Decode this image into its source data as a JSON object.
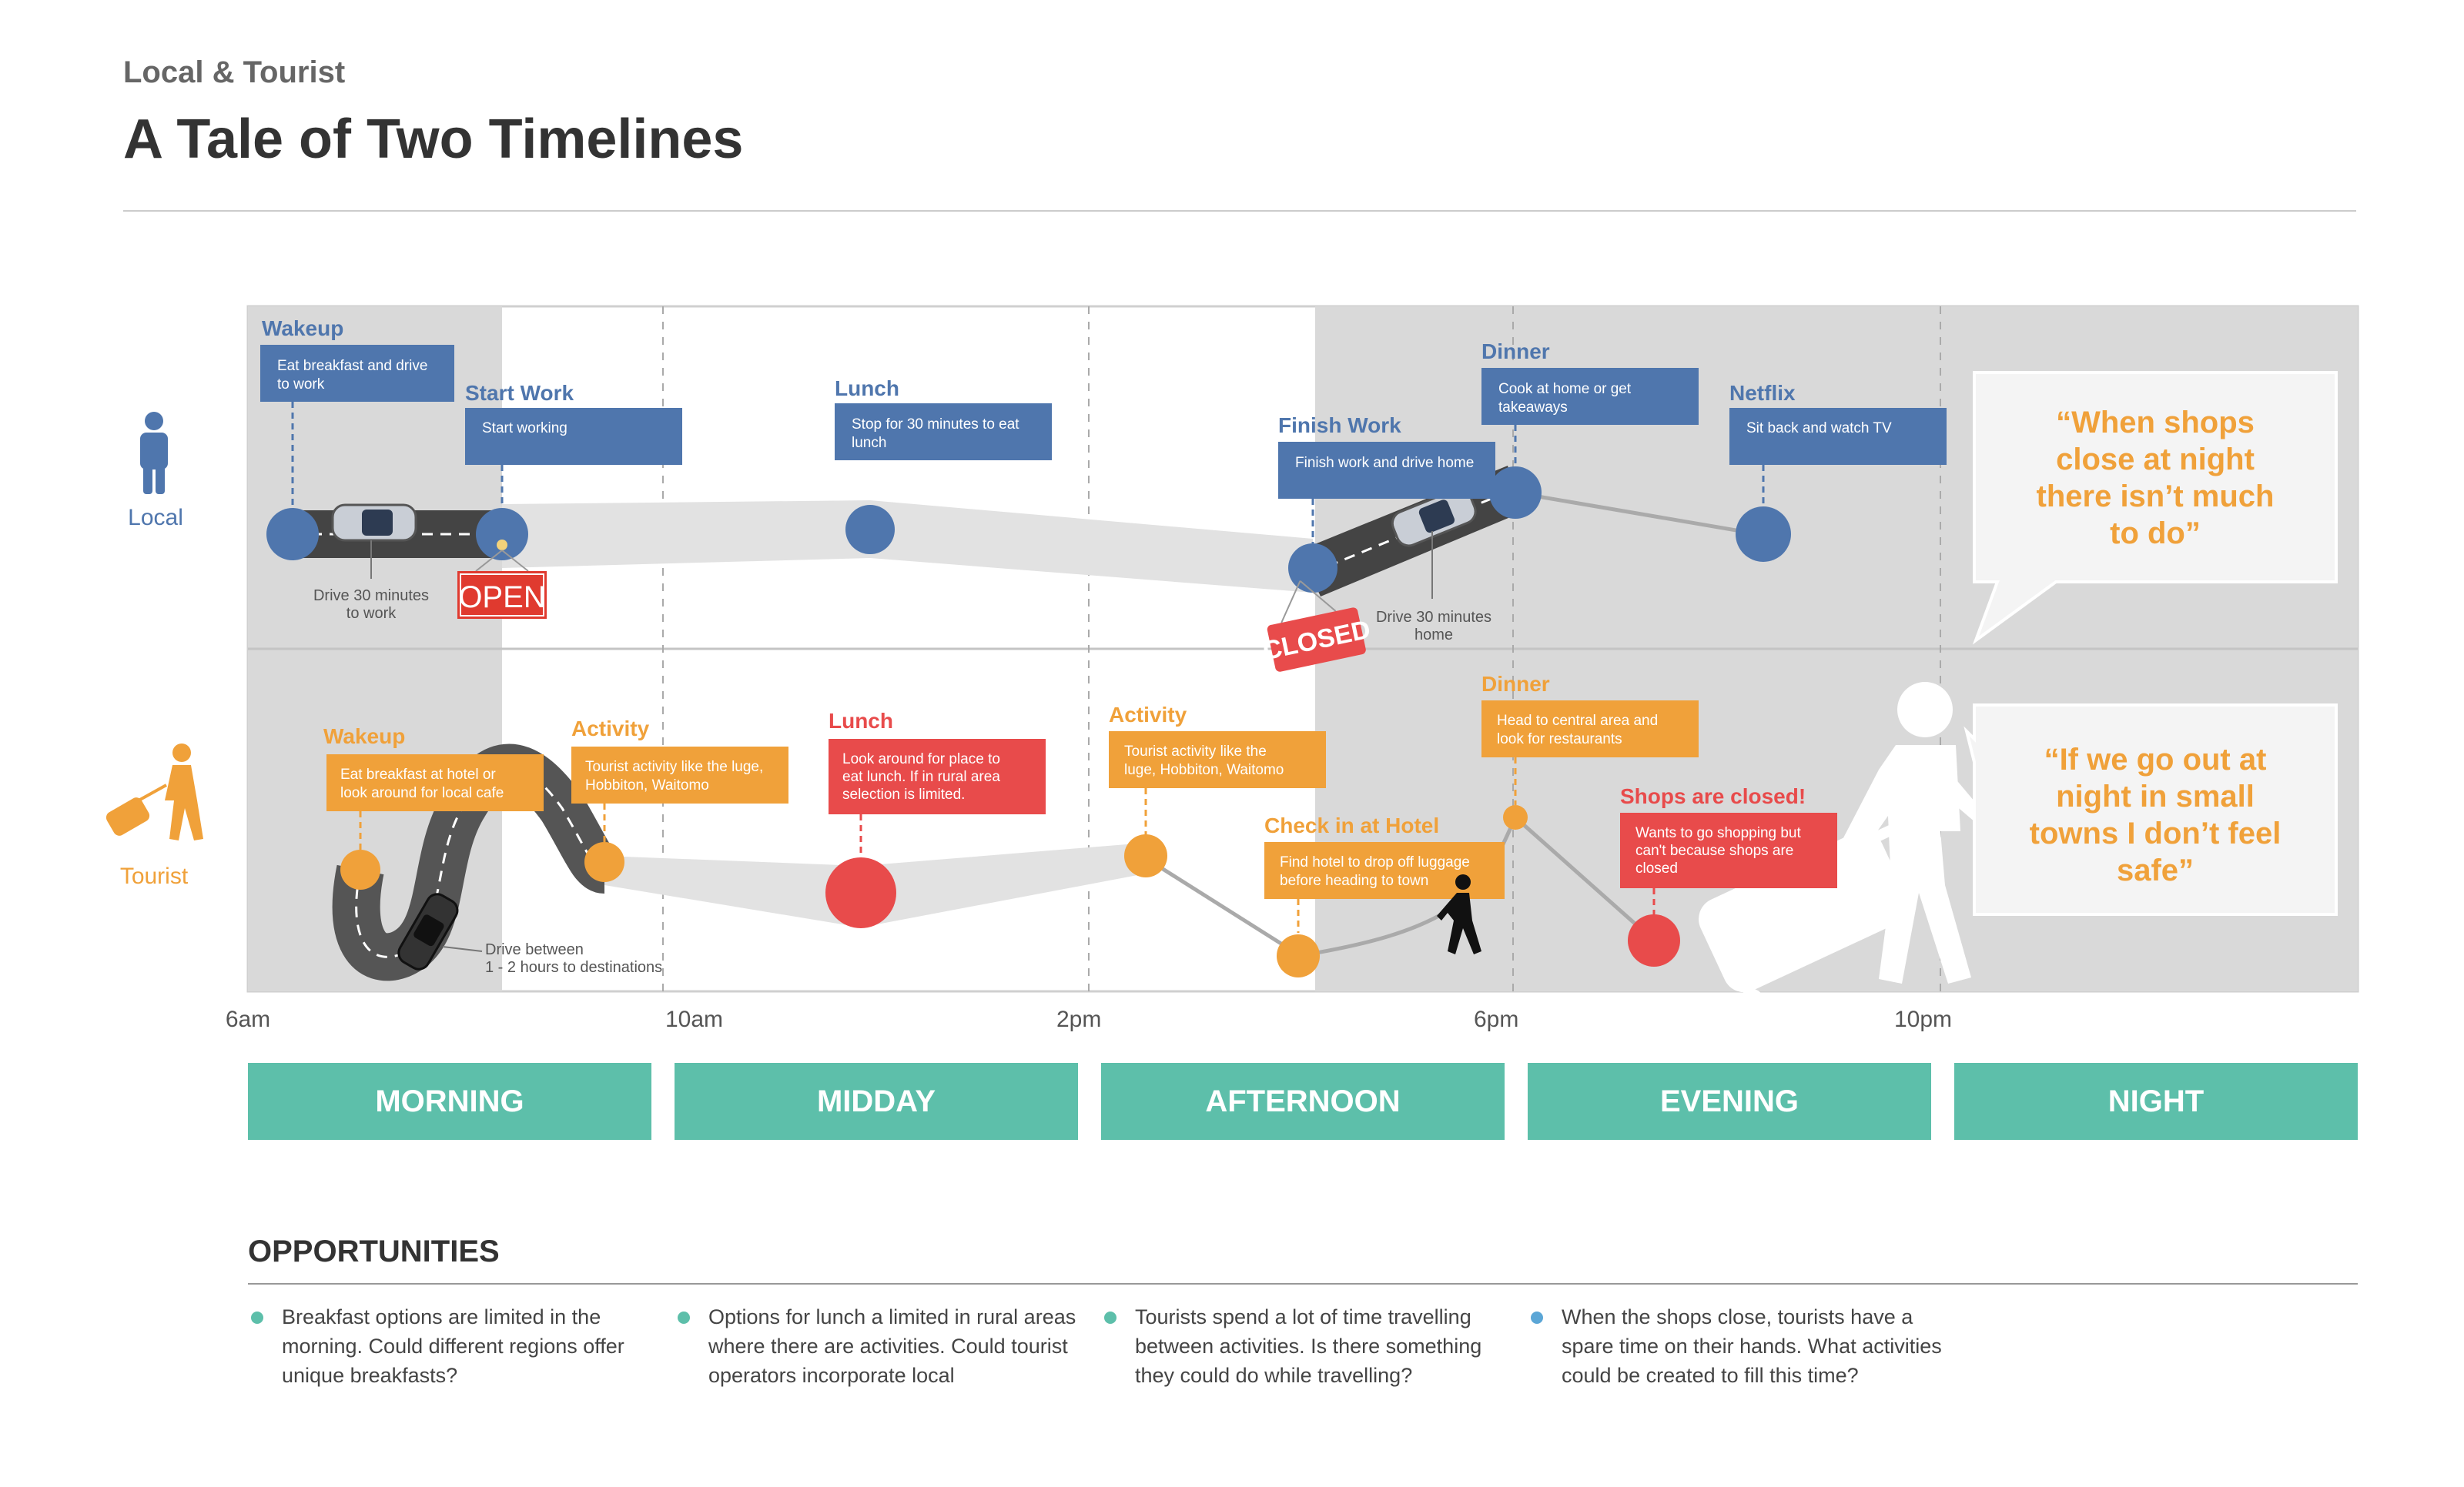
{
  "header": {
    "subtitle": "Local & Tourist",
    "title": "A Tale of Two Timelines"
  },
  "colors": {
    "local": "#4f76ad",
    "tourist": "#f0a13a",
    "alert": "#e84b4b",
    "period": "#5dbfaa",
    "open_sign": "#e03a2f"
  },
  "rows": {
    "local_label": "Local",
    "local_icon": "person-icon",
    "tourist_label": "Tourist",
    "tourist_icon": "traveller-with-suitcase-icon"
  },
  "time_axis": [
    "6am",
    "10am",
    "2pm",
    "6pm",
    "10pm"
  ],
  "local": {
    "wakeup_title": "Wakeup",
    "wakeup_text_1": "Eat breakfast and drive",
    "wakeup_text_2": "to work",
    "start_title": "Start Work",
    "start_text": "Start working",
    "lunch_title": "Lunch",
    "lunch_text_1": "Stop for 30 minutes to eat",
    "lunch_text_2": "lunch",
    "finish_title": "Finish Work",
    "finish_text": "Finish work and drive home",
    "dinner_title": "Dinner",
    "dinner_text_1": "Cook at home or get",
    "dinner_text_2": "takeaways",
    "netflix_title": "Netflix",
    "netflix_text": "Sit back and watch TV",
    "drive_note_1a": "Drive 30 minutes",
    "drive_note_1b": "to work",
    "drive_note_2a": "Drive 30 minutes",
    "drive_note_2b": "home",
    "open_sign": "OPEN",
    "closed_sign": "CLOSED",
    "quote_1": "“When shops",
    "quote_2": "close at night",
    "quote_3": "there isn’t much",
    "quote_4": "to do”"
  },
  "tourist": {
    "wakeup_title": "Wakeup",
    "wakeup_text_1": "Eat breakfast at hotel or",
    "wakeup_text_2": "look around for local cafe",
    "activity1_title": "Activity",
    "activity1_text_1": "Tourist activity like the luge,",
    "activity1_text_2": "Hobbiton, Waitomo",
    "lunch_title": "Lunch",
    "lunch_text_1": "Look around for place to",
    "lunch_text_2": "eat lunch. If in rural area",
    "lunch_text_3": "selection is limited.",
    "activity2_title": "Activity",
    "activity2_text_1": "Tourist activity like the",
    "activity2_text_2": "luge, Hobbiton, Waitomo",
    "checkin_title": "Check in at Hotel",
    "checkin_text_1": "Find hotel to drop off luggage",
    "checkin_text_2": "before heading to town",
    "dinner_title": "Dinner",
    "dinner_text_1": "Head to central area and",
    "dinner_text_2": "look for restaurants",
    "shops_title": "Shops are closed!",
    "shops_text_1": "Wants to go shopping but",
    "shops_text_2": "can't because shops are",
    "shops_text_3": "closed",
    "drive_note_a": "Drive between",
    "drive_note_b": "1 - 2 hours to destinations",
    "quote_1": "“If we go out at",
    "quote_2": "night in small",
    "quote_3": "towns I don’t feel",
    "quote_4": "safe”"
  },
  "periods": [
    "MORNING",
    "MIDDAY",
    "AFTERNOON",
    "EVENING",
    "NIGHT"
  ],
  "opportunities": {
    "title": "OPPORTUNITIES",
    "items": [
      {
        "text": "Breakfast options are limited in the morning. Could different regions offer unique breakfasts?",
        "color": "#5dbfaa"
      },
      {
        "text": "Options for lunch a limited in rural areas where there are activities. Could tourist operators incorporate local",
        "color": "#5dbfaa"
      },
      {
        "text": "Tourists spend a lot of time travelling between activities. Is there something they could do while travelling?",
        "color": "#5dbfaa"
      },
      {
        "text": "When the shops close, tourists have a spare time on their hands. What activities could be created to fill this time?",
        "color": "#5ba6d6"
      }
    ]
  }
}
